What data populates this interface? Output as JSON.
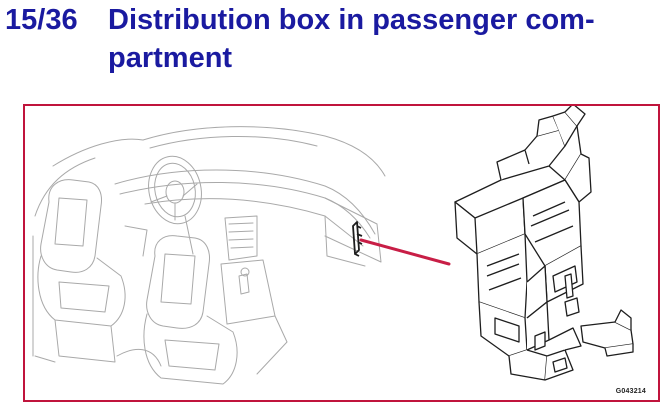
{
  "heading": {
    "page_number": "15/36",
    "title_line_1": "Distribution box in passenger com-",
    "title_line_2": "partment"
  },
  "figure": {
    "code": "G043214",
    "frame_color": "#c0143c",
    "pointer_color": "#c81e46"
  },
  "colors": {
    "title_text": "#1a1aa0"
  }
}
